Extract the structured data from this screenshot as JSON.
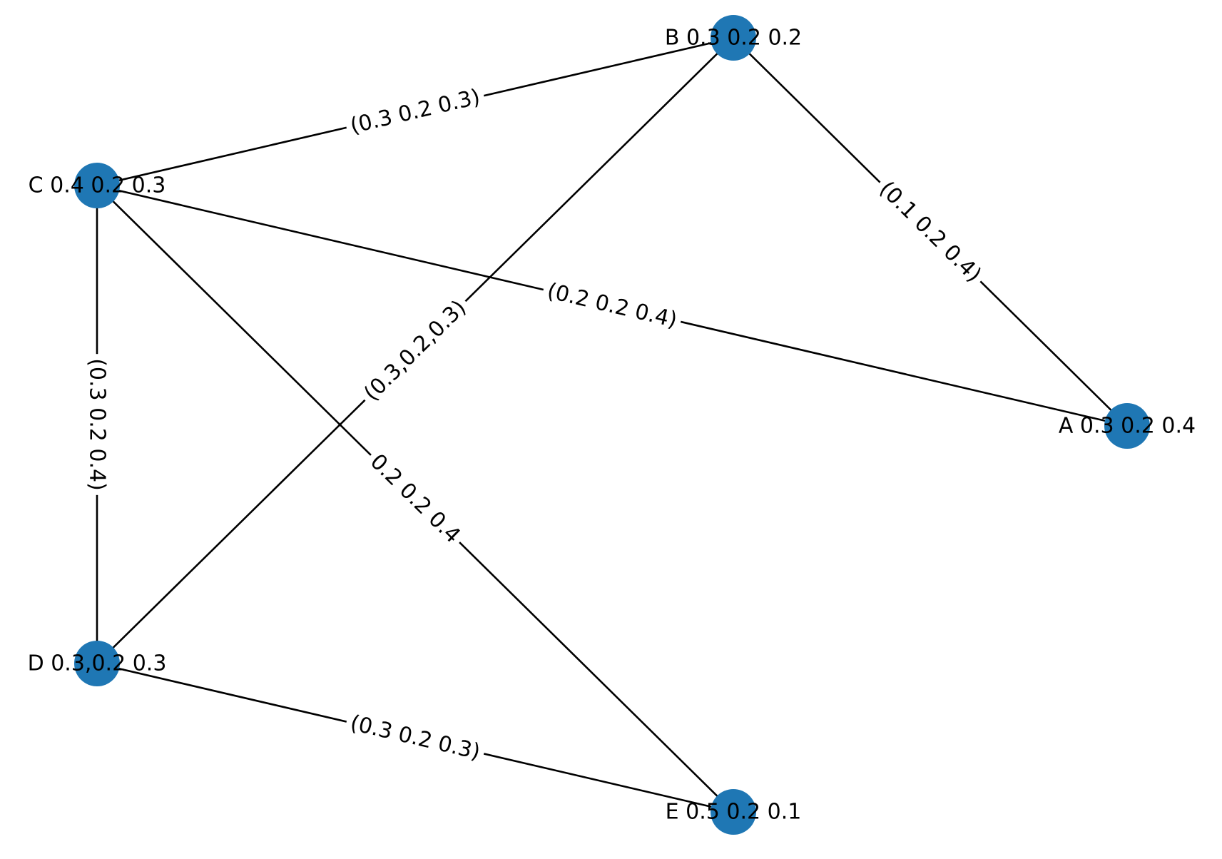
{
  "graph": {
    "node_color": "#1f77b4",
    "edge_color": "#000000",
    "label_color": "#000000",
    "nodes": [
      {
        "id": "A",
        "label": "A 0.3 0.2 0.4"
      },
      {
        "id": "B",
        "label": "B 0.3 0.2 0.2"
      },
      {
        "id": "C",
        "label": "C 0.4 0.2 0.3"
      },
      {
        "id": "D",
        "label": "D 0.3,0.2 0.3"
      },
      {
        "id": "E",
        "label": "E 0.5 0.2 0.1"
      }
    ],
    "edges": [
      {
        "source": "C",
        "target": "B",
        "label": "(0.3 0.2 0.3)"
      },
      {
        "source": "B",
        "target": "A",
        "label": "(0.1 0.2 0.4)"
      },
      {
        "source": "C",
        "target": "A",
        "label": "(0.2 0.2 0.4)"
      },
      {
        "source": "B",
        "target": "D",
        "label": "(0.3,0.2,0.3)"
      },
      {
        "source": "C",
        "target": "D",
        "label": "(0.3 0.2 0.4)"
      },
      {
        "source": "C",
        "target": "E",
        "label": "0.2 0.2 0.4"
      },
      {
        "source": "D",
        "target": "E",
        "label": "(0.3 0.2 0.3)"
      }
    ]
  }
}
